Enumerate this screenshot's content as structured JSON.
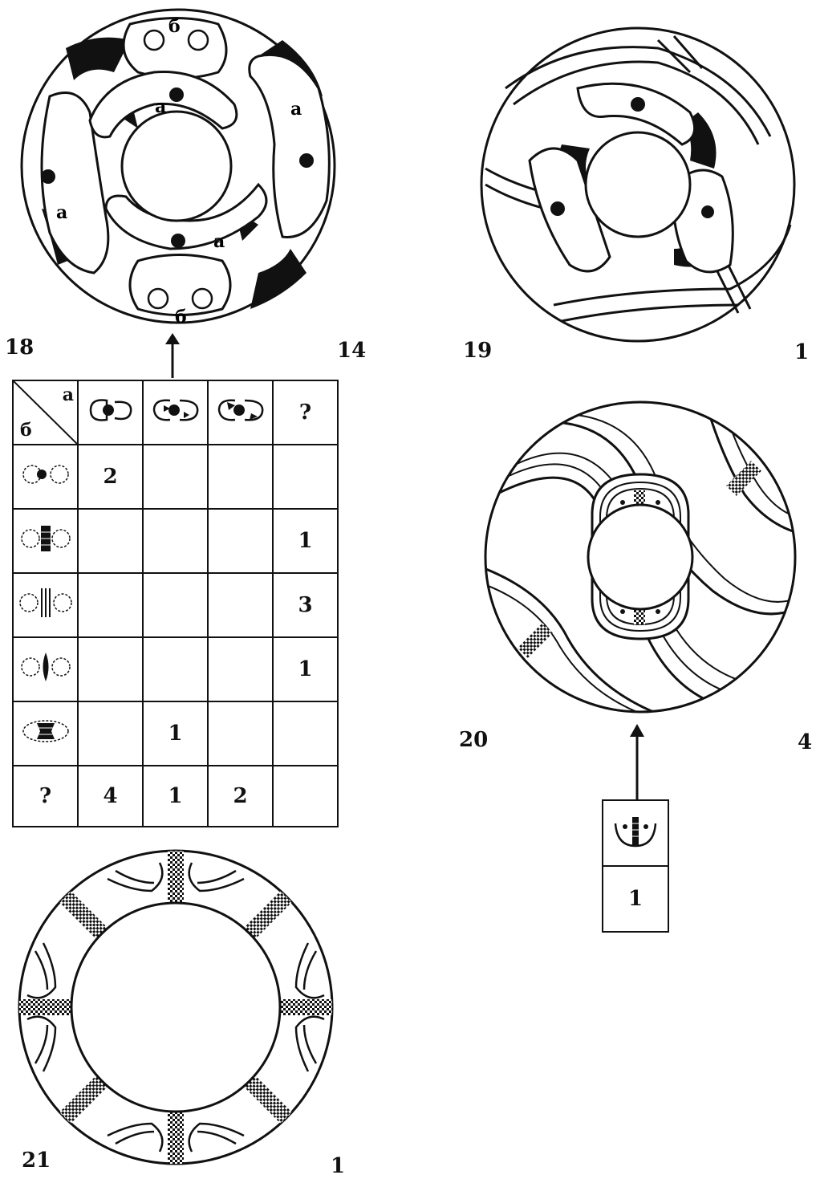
{
  "figures": [
    {
      "number": "18",
      "count": "14"
    },
    {
      "number": "19",
      "count": "1"
    },
    {
      "number": "20",
      "count": "4"
    },
    {
      "number": "21",
      "count": "1"
    }
  ],
  "fig18_markers": {
    "a": "а",
    "b": "б"
  },
  "table": {
    "corner_a": "а",
    "corner_b": "б",
    "unknown_header": "?",
    "rows": [
      [
        "2",
        "",
        "",
        ""
      ],
      [
        "",
        "",
        "",
        "1"
      ],
      [
        "",
        "",
        "",
        "3"
      ],
      [
        "",
        "",
        "",
        "1"
      ],
      [
        "",
        "1",
        "",
        ""
      ]
    ],
    "total_row_label": "?",
    "totals": [
      "4",
      "1",
      "2",
      ""
    ]
  },
  "fig20_table": {
    "value": "1"
  }
}
